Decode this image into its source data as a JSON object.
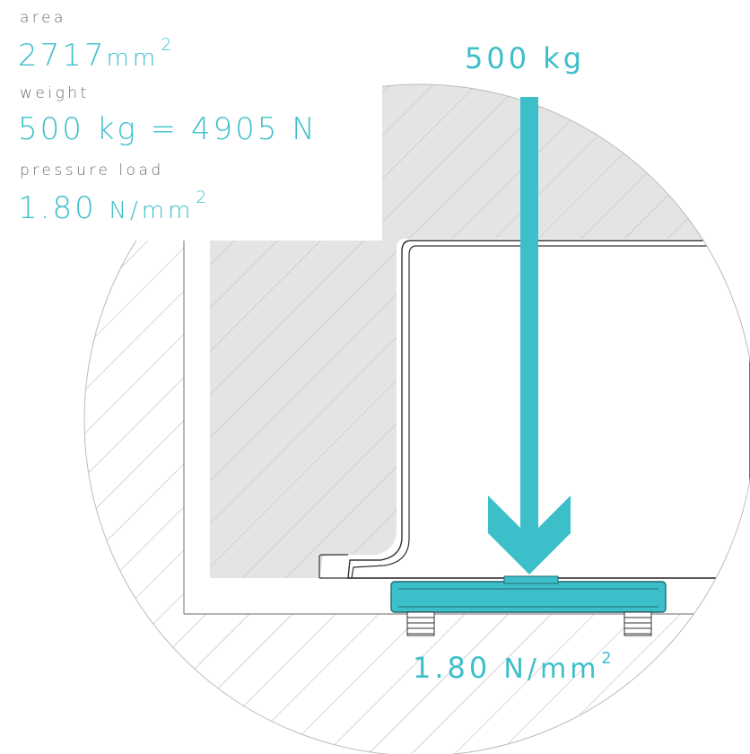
{
  "area": {
    "label": "area",
    "value": "2717",
    "unit": "mm",
    "exponent": "2"
  },
  "weight": {
    "label": "weight",
    "value": "500 kg = 4905 N"
  },
  "pressure": {
    "label": "pressure load",
    "value": "1.80",
    "unit": "N/mm",
    "exponent": "2"
  },
  "load_label": "500 kg",
  "bottom_pressure": {
    "value": "1.80",
    "unit": "N/mm",
    "exponent": "2"
  },
  "colors": {
    "accent": "#3dbfca",
    "hatch_fill": "#e3e4e6",
    "lines": "#555555"
  }
}
